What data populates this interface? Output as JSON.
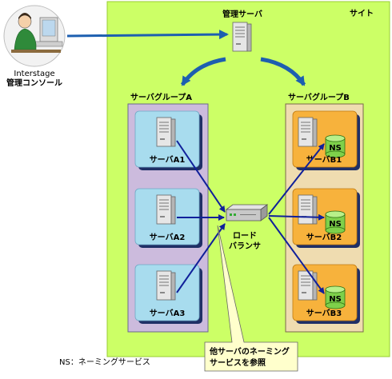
{
  "site": {
    "label": "サイト"
  },
  "admin_server": {
    "label": "管理サーバ"
  },
  "console": {
    "label_line1": "Interstage",
    "label_line2": "管理コンソール"
  },
  "group_a": {
    "label": "サーバグループA",
    "servers": [
      {
        "label": "サーバA1"
      },
      {
        "label": "サーバA2"
      },
      {
        "label": "サーバA3"
      }
    ]
  },
  "group_b": {
    "label": "サーバグループB",
    "servers": [
      {
        "label": "サーバB1",
        "badge": "NS"
      },
      {
        "label": "サーバB2",
        "badge": "NS"
      },
      {
        "label": "サーバB3",
        "badge": "NS"
      }
    ]
  },
  "load_balancer": {
    "label_line1": "ロード",
    "label_line2": "バランサ"
  },
  "callout": {
    "line1": "他サーバのネーミング",
    "line2": "サービスを参照"
  },
  "footnote": "NS：ネーミングサービス",
  "colors": {
    "site_bg": "#ccff66",
    "group_a_bg": "#ccbbdd",
    "group_b_bg": "#efdcb0",
    "tile_a": "#a8dcee",
    "tile_b": "#f7b23c",
    "arrow": "#10209a",
    "arrow_top": "#1d5fb0",
    "callout_bg": "#ffffcc"
  }
}
